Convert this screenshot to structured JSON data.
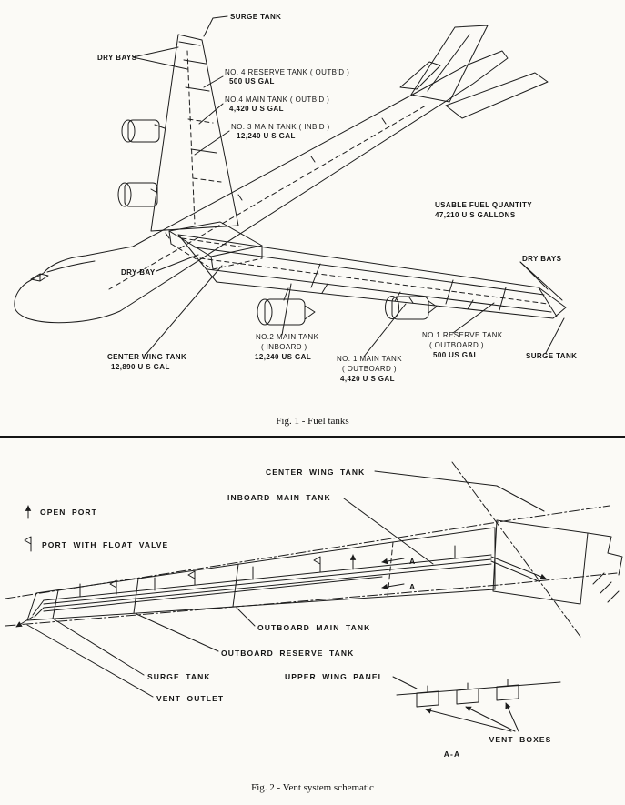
{
  "captions": {
    "fig1": "Fig. 1 - Fuel tanks",
    "fig2": "Fig. 2 - Vent system schematic"
  },
  "fig1": {
    "surge_tank_top": "SURGE TANK",
    "dry_bays_left": "DRY BAYS",
    "no4_reserve_name": "NO. 4 RESERVE TANK ( OUTB'D )",
    "no4_reserve_qty": "500 US GAL",
    "no4_main_name": "NO.4 MAIN TANK ( OUTB'D )",
    "no4_main_qty": "4,420 U S GAL",
    "no3_main_name": "NO. 3 MAIN TANK ( INB'D )",
    "no3_main_qty": "12,240 U S GAL",
    "usable_fuel_1": "USABLE FUEL QUANTITY",
    "usable_fuel_2": "47,210 U S GALLONS",
    "dry_bays_right": "DRY BAYS",
    "dry_bay": "DRY BAY",
    "center_wing_name": "CENTER WING TANK",
    "center_wing_qty": "12,890 U S GAL",
    "no2_main_1": "NO.2 MAIN TANK",
    "no2_main_2": "( INBOARD )",
    "no2_main_qty": "12,240 US GAL",
    "no1_main_1": "NO. 1 MAIN TANK",
    "no1_main_2": "( OUTBOARD )",
    "no1_main_qty": "4,420 U S GAL",
    "no1_reserve_1": "NO.1 RESERVE TANK",
    "no1_reserve_2": "( OUTBOARD )",
    "no1_reserve_qty": "500 US GAL",
    "surge_tank_right": "SURGE TANK"
  },
  "fig2": {
    "legend_open_port": "OPEN PORT",
    "legend_float_valve": "PORT WITH FLOAT VALVE",
    "center_wing_tank": "CENTER WING TANK",
    "inboard_main_tank": "INBOARD MAIN TANK",
    "outboard_main_tank": "OUTBOARD MAIN TANK",
    "outboard_reserve_tank": "OUTBOARD RESERVE TANK",
    "surge_tank": "SURGE TANK",
    "vent_outlet": "VENT OUTLET",
    "upper_wing_panel": "UPPER WING PANEL",
    "vent_boxes": "VENT BOXES",
    "section_a": "A",
    "section_aa": "A-A"
  }
}
